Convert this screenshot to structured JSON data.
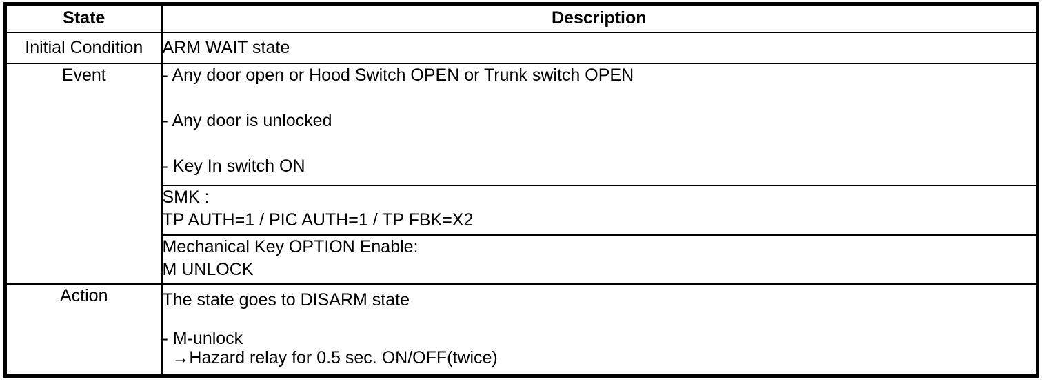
{
  "colors": {
    "border": "#000000",
    "background": "#ffffff",
    "text": "#000000"
  },
  "table": {
    "header": {
      "state": "State",
      "description": "Description"
    },
    "initial_condition": {
      "label": "Initial Condition",
      "text": "ARM WAIT state"
    },
    "event": {
      "label": "Event",
      "conditions": "- Any door open or Hood Switch OPEN or Trunk switch OPEN\n\n- Any door is unlocked\n\n- Key In switch ON",
      "smk": "SMK :\nTP AUTH=1 / PIC AUTH=1 / TP FBK=X2",
      "mechanical_key": "Mechanical Key OPTION Enable:\nM UNLOCK"
    },
    "action": {
      "label": "Action",
      "text": "The state goes to DISARM state\n\n- M-unlock\n  →Hazard relay for 0.5 sec. ON/OFF(twice)"
    }
  }
}
